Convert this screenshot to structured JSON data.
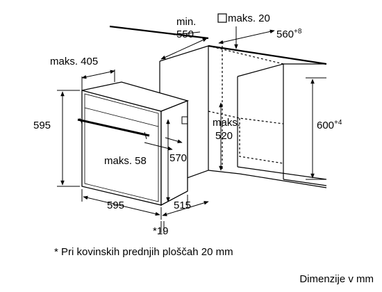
{
  "diagram": {
    "labels": {
      "min_label": "min.",
      "min_value": "550",
      "maks20": "maks. 20",
      "width_560": "560",
      "width_560_sup": "+8",
      "maks405": "maks. 405",
      "height_595": "595",
      "maks_label": "maks.",
      "maks520": "520",
      "height_600": "600",
      "height_600_sup": "+4",
      "maks58": "maks. 58",
      "depth_570": "570",
      "width_595": "595",
      "depth_515": "515",
      "note19": "*19"
    },
    "footnote": "* Pri kovinskih prednjih ploščah 20 mm",
    "units": "Dimenzije v mm"
  }
}
